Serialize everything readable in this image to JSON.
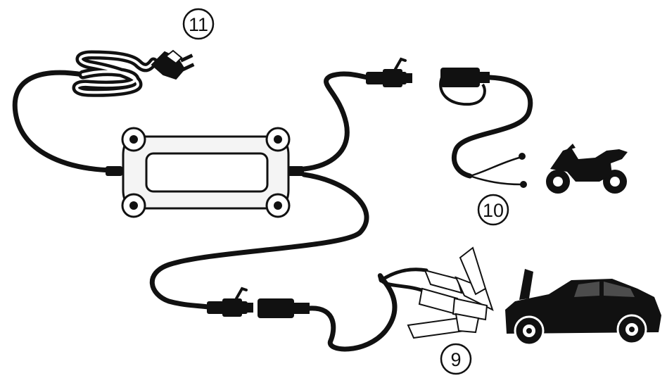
{
  "colors": {
    "line": "#111111",
    "background": "#ffffff",
    "body_fill": "#f4f4f4",
    "screen_fill": "#ffffff"
  },
  "callouts": [
    {
      "id": "mains-plug",
      "number": "11"
    },
    {
      "id": "motorcycle-ring-lead",
      "number": "10"
    },
    {
      "id": "car-clamp-lead",
      "number": "9"
    }
  ],
  "icons": {
    "charger": "battery-charger-icon",
    "plug": "mains-plug-icon",
    "motorcycle": "motorcycle-icon",
    "car": "car-icon",
    "clamps": "alligator-clamp-icon",
    "ring_terminals": "ring-terminal-icon"
  }
}
